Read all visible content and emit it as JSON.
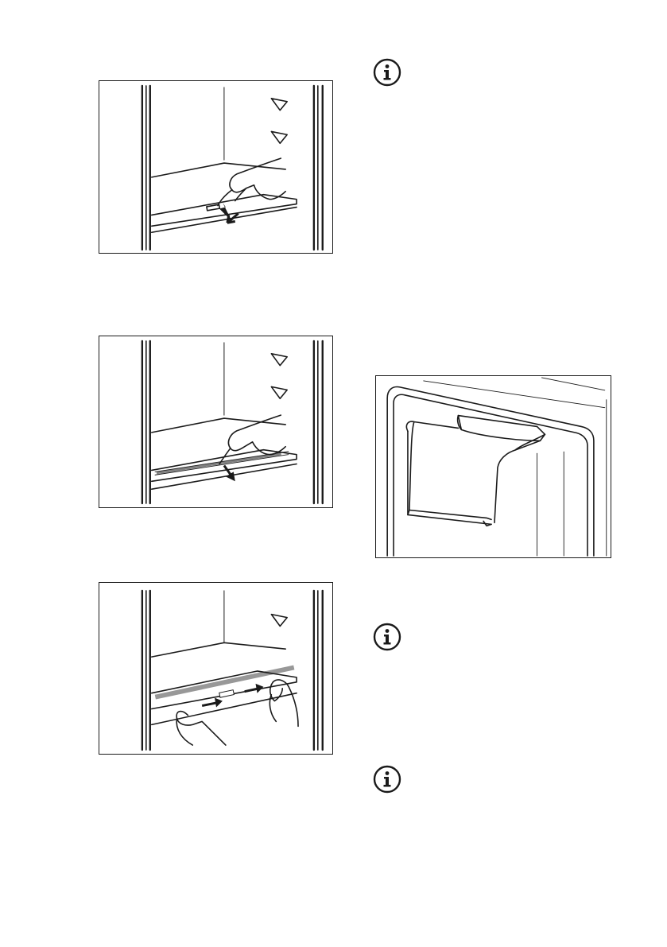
{
  "page": {
    "background": "#ffffff",
    "line_color": "#1a1a1a"
  },
  "figures": [
    {
      "id": "step-1",
      "depicts": "finger-pressing-shelf-latch-icon"
    },
    {
      "id": "step-2",
      "depicts": "finger-pulling-shelf-front-icon"
    },
    {
      "id": "step-3",
      "depicts": "two-hands-removing-shelf-front-icon"
    },
    {
      "id": "dispenser",
      "depicts": "dispenser-recess-icon"
    }
  ],
  "icons": [
    "info-icon",
    "info-icon",
    "info-icon"
  ]
}
